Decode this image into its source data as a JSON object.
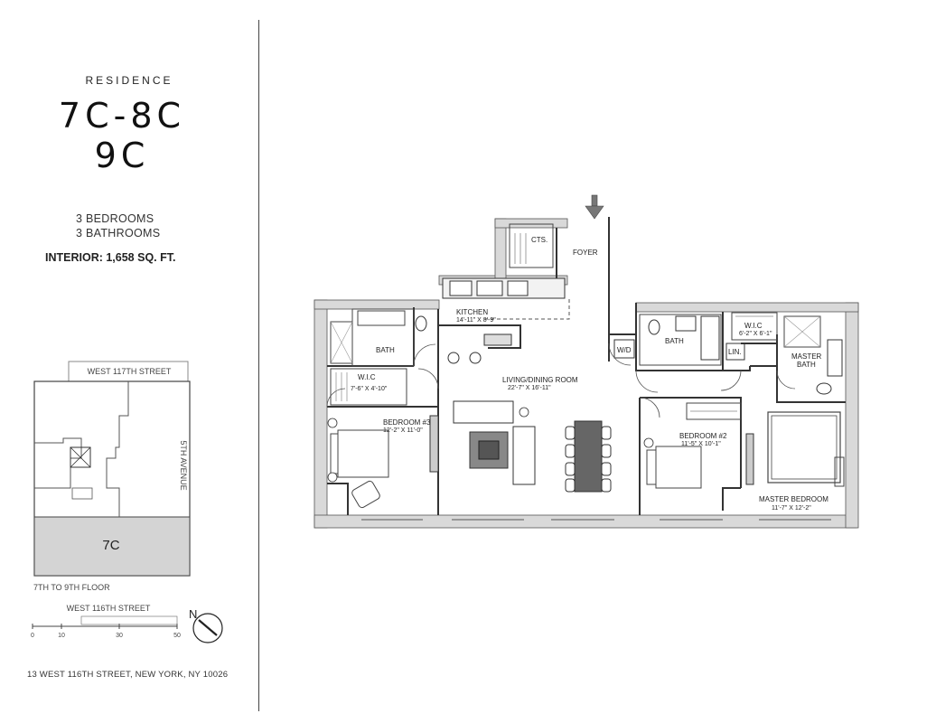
{
  "header": {
    "residence_label": "RESIDENCE",
    "unit_line1": "7C-8C",
    "unit_line2": "9C"
  },
  "specs": {
    "bedrooms": "3   BEDROOMS",
    "bathrooms": "3   BATHROOMS",
    "interior": "INTERIOR:  1,658 SQ. FT."
  },
  "keyplan": {
    "north_street": "WEST 117TH STREET",
    "south_street": "WEST 116TH STREET",
    "east_avenue": "5TH AVENUE",
    "unit_tag": "7C",
    "floors": "7TH TO 9TH FLOOR",
    "compass": "N",
    "scale_ticks": [
      "0",
      "10",
      "30",
      "50"
    ]
  },
  "address": "13 WEST 116TH STREET, NEW YORK,  NY  10026",
  "floorplan": {
    "rooms": {
      "closets": "CTS.",
      "foyer": "FOYER",
      "kitchen": "KITCHEN",
      "kitchen_dims": "14'-11\" X 8'-9\"",
      "bath_1": "BATH",
      "bath_2": "BATH",
      "wic_1": "W.I.C",
      "wic_1_dims": "7'-6\" X 4'-10\"",
      "wic_2": "W.I.C",
      "wic_2_dims": "6'-2\" X 6'-1\"",
      "washer_dryer": "W/D",
      "linen": "LIN.",
      "master_bath_1": "MASTER",
      "master_bath_2": "BATH",
      "living": "LIVING/DINING ROOM",
      "living_dims": "22'-7\" X 16'-11\"",
      "bedroom3": "BEDROOM #3",
      "bedroom3_dims": "12'-2\" X 11'-0\"",
      "bedroom2": "BEDROOM #2",
      "bedroom2_dims": "11'-5\" X 10'-1\"",
      "master_bedroom": "MASTER BEDROOM",
      "master_bedroom_dims": "11'-7\" X 12'-2\""
    }
  }
}
